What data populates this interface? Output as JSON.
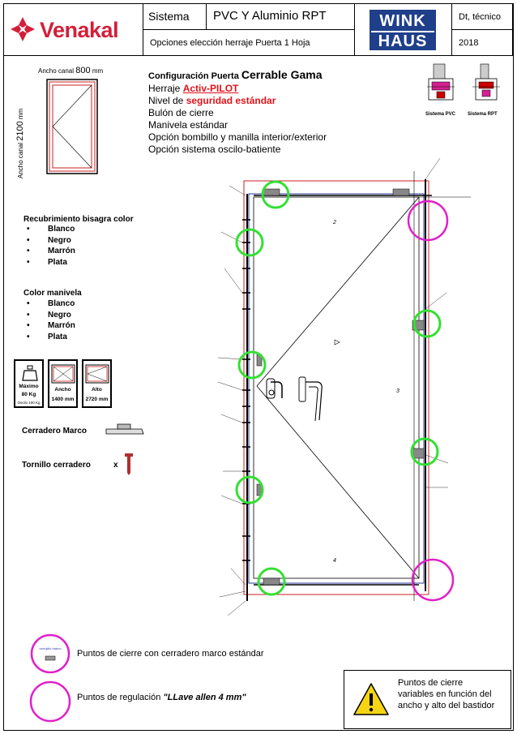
{
  "header": {
    "logo_text": "Venakal",
    "sistema_label": "Sistema",
    "sistema_value": "PVC Y Aluminio RPT",
    "opciones": "Opciones elección herraje Puerta  1 Hoja",
    "brand_line1": "WINK",
    "brand_line2": "HAUS",
    "doc_type": "Dt, técnico",
    "year": "2018"
  },
  "dimensions": {
    "ancho_label": "Ancho canal",
    "ancho_value": "800",
    "ancho_unit": "mm",
    "alto_label": "Ancho canal",
    "alto_value": "2100",
    "alto_unit": "mm"
  },
  "config": {
    "title_prefix": "Configuración Puerta ",
    "title_main": "Cerrable Gama",
    "herraje_label": "Herraje ",
    "herraje_value": "Activ-PILOT",
    "nivel_label": "Nivel de ",
    "nivel_value": "seguridad estándar",
    "lines": [
      "Bulón de cierre",
      "Manivela estándar",
      "Opción bombillo y manilla interior/exterior",
      "Opción sistema oscilo-batiente"
    ]
  },
  "systems": {
    "pvc_label": "Sistema PVC",
    "rpt_label": "Sistema RPT"
  },
  "bisagra": {
    "title": "Recubrimiento bisagra color",
    "items": [
      "Blanco",
      "Negro",
      "Marrón",
      "Plata"
    ]
  },
  "manivela": {
    "title": "Color manivela",
    "items": [
      "Blanco",
      "Negro",
      "Marrón",
      "Plata"
    ]
  },
  "limits": {
    "max_label": "Máximo",
    "max_value": "80 Kg",
    "max_note": "Oscilo 100 Kg",
    "ancho_label": "Ancho",
    "ancho_value": "1400 mm",
    "alto_label": "Alto",
    "alto_value": "2720 mm"
  },
  "parts": {
    "cerradero_marco": "Cerradero Marco",
    "tornillo_cerradero": "Tornillo cerradero",
    "tornillo_x": "x"
  },
  "drawing": {
    "zone_2": "2",
    "zone_3": "3",
    "zone_4": "4"
  },
  "legend": {
    "circle_small_text": "cerrojillo marco",
    "cierre_text": "Puntos de cierre con cerradero marco estándar",
    "regulacion_prefix": "Puntos de regulación ",
    "regulacion_value": "\"LLave allen 4 mm\"",
    "warning_lines": [
      "Puntos de cierre",
      "variables en función del",
      "ancho y alto del bastidor"
    ]
  },
  "colors": {
    "brand_red": "#d41f3a",
    "wink_blue": "#1f3f8a",
    "lock_green": "#33e033",
    "adjust_magenta": "#e020c8",
    "frame_red": "#cc2020",
    "sash_blue": "#2a3a9a"
  }
}
